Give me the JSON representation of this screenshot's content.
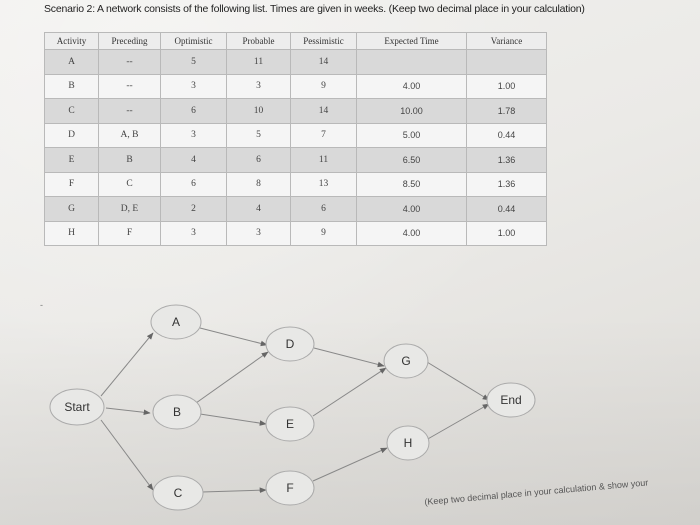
{
  "title": "Scenario 2: A network consists of the following list. Times are given in weeks. (Keep two decimal place in your calculation)",
  "table": {
    "headers": [
      "Activity",
      "Preceding",
      "Optimistic",
      "Probable",
      "Pessimistic",
      "Expected Time",
      "Variance"
    ],
    "rows": [
      {
        "activity": "A",
        "preceding": "--",
        "optimistic": "5",
        "probable": "11",
        "pessimistic": "14",
        "expected": "",
        "variance": ""
      },
      {
        "activity": "B",
        "preceding": "--",
        "optimistic": "3",
        "probable": "3",
        "pessimistic": "9",
        "expected": "4.00",
        "variance": "1.00"
      },
      {
        "activity": "C",
        "preceding": "--",
        "optimistic": "6",
        "probable": "10",
        "pessimistic": "14",
        "expected": "10.00",
        "variance": "1.78"
      },
      {
        "activity": "D",
        "preceding": "A, B",
        "optimistic": "3",
        "probable": "5",
        "pessimistic": "7",
        "expected": "5.00",
        "variance": "0.44"
      },
      {
        "activity": "E",
        "preceding": "B",
        "optimistic": "4",
        "probable": "6",
        "pessimistic": "11",
        "expected": "6.50",
        "variance": "1.36"
      },
      {
        "activity": "F",
        "preceding": "C",
        "optimistic": "6",
        "probable": "8",
        "pessimistic": "13",
        "expected": "8.50",
        "variance": "1.36"
      },
      {
        "activity": "G",
        "preceding": "D, E",
        "optimistic": "2",
        "probable": "4",
        "pessimistic": "6",
        "expected": "4.00",
        "variance": "0.44"
      },
      {
        "activity": "H",
        "preceding": "F",
        "optimistic": "3",
        "probable": "3",
        "pessimistic": "9",
        "expected": "4.00",
        "variance": "1.00"
      }
    ]
  },
  "network": {
    "nodes": {
      "start": "Start",
      "a": "A",
      "b": "B",
      "c": "C",
      "d": "D",
      "e": "E",
      "f": "F",
      "g": "G",
      "h": "H",
      "end": "End"
    }
  },
  "footer_text": "(Keep two decimal place in your calculation & show your"
}
